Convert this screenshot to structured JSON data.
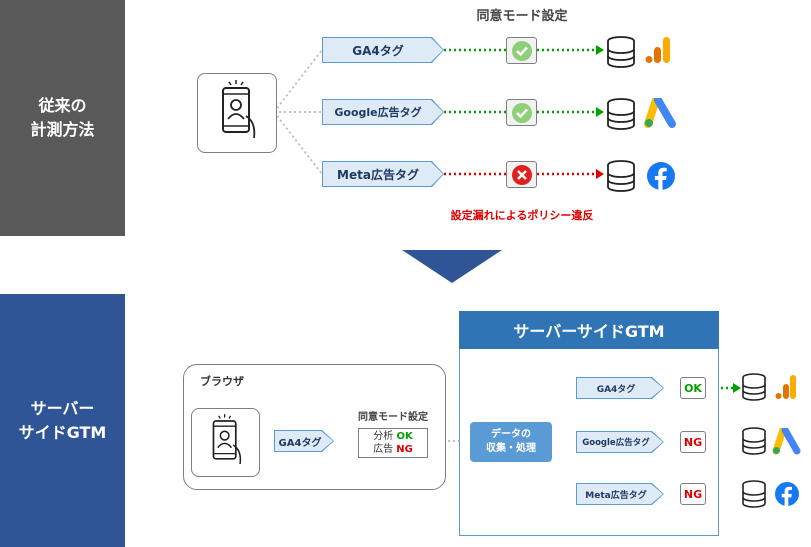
{
  "top_section": {
    "label_line1": "従来の",
    "label_line2": "計測方法",
    "consent_title": "同意モード設定",
    "tags": [
      {
        "label": "GA4タグ",
        "status": "ok",
        "line_color": "#00a000",
        "icon": "google-analytics-icon"
      },
      {
        "label": "Google広告タグ",
        "status": "ok",
        "line_color": "#00a000",
        "icon": "google-ads-icon"
      },
      {
        "label": "Meta広告タグ",
        "status": "ng",
        "line_color": "#e00000",
        "icon": "facebook-icon"
      }
    ],
    "warning": "設定漏れによるポリシー違反"
  },
  "bottom_section": {
    "label_line1": "サーバー",
    "label_line2": "サイドGTM",
    "browser_title": "ブラウザ",
    "browser_tag": "GA4タグ",
    "consent_title": "同意モード設定",
    "consent_rows": [
      {
        "label": "分析",
        "value": "OK"
      },
      {
        "label": "広告",
        "value": "NG"
      }
    ],
    "sgtm_title": "サーバーサイドGTM",
    "process_line1": "データの",
    "process_line2": "収集・処理",
    "tags": [
      {
        "label": "GA4タグ",
        "status": "OK",
        "icon": "google-analytics-icon"
      },
      {
        "label": "Google広告タグ",
        "status": "NG",
        "icon": "google-ads-icon"
      },
      {
        "label": "Meta広告タグ",
        "status": "NG",
        "icon": "facebook-icon"
      }
    ]
  },
  "colors": {
    "dark_gray": "#595959",
    "brand_blue": "#2f5597",
    "tag_fill": "#deebf7",
    "tag_border": "#5b9bd5",
    "ok_green": "#00a000",
    "ng_red": "#e00000"
  }
}
